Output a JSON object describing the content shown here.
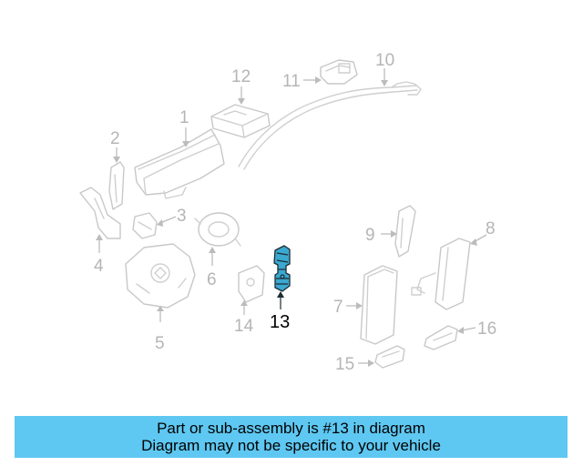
{
  "diagram": {
    "labels": {
      "p1": "1",
      "p2": "2",
      "p3": "3",
      "p4": "4",
      "p5": "5",
      "p6": "6",
      "p7": "7",
      "p8": "8",
      "p9": "9",
      "p10": "10",
      "p11": "11",
      "p12": "12",
      "p13": "13",
      "p14": "14",
      "p15": "15",
      "p16": "16"
    },
    "highlight_color": "#3aa8cf"
  },
  "banner": {
    "line1": "Part or sub-assembly is #13 in diagram",
    "line2": "Diagram may not be specific to your vehicle",
    "color": "#5ec8f2"
  }
}
